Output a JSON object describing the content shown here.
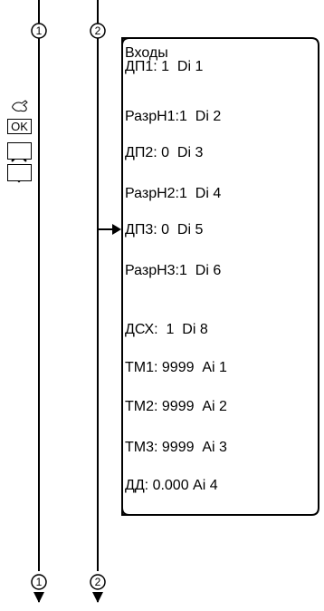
{
  "connectors": {
    "left_top": "1",
    "right_top": "2",
    "left_bottom": "1",
    "right_bottom": "2"
  },
  "controls": {
    "ok_label": "OK",
    "hand_icon": "hand-pointer-icon",
    "up_icon": "double-chevron-up-icon",
    "down_icon": "double-chevron-down-icon"
  },
  "panel": {
    "title": "Входы",
    "rows": [
      "ДП1: 1  Di 1",
      "РазрН1:1  Di 2",
      "ДП2: 0  Di 3",
      "РазрН2:1  Di 4",
      "ДП3: 0  Di 5",
      "РазрН3:1  Di 6",
      "ДСХ:  1  Di 8",
      "ТМ1: 9999  Ai 1",
      "ТМ2: 9999  Ai 2",
      "ТМ3: 9999  Ai 3",
      "ДД: 0.000 Ai 4"
    ]
  }
}
